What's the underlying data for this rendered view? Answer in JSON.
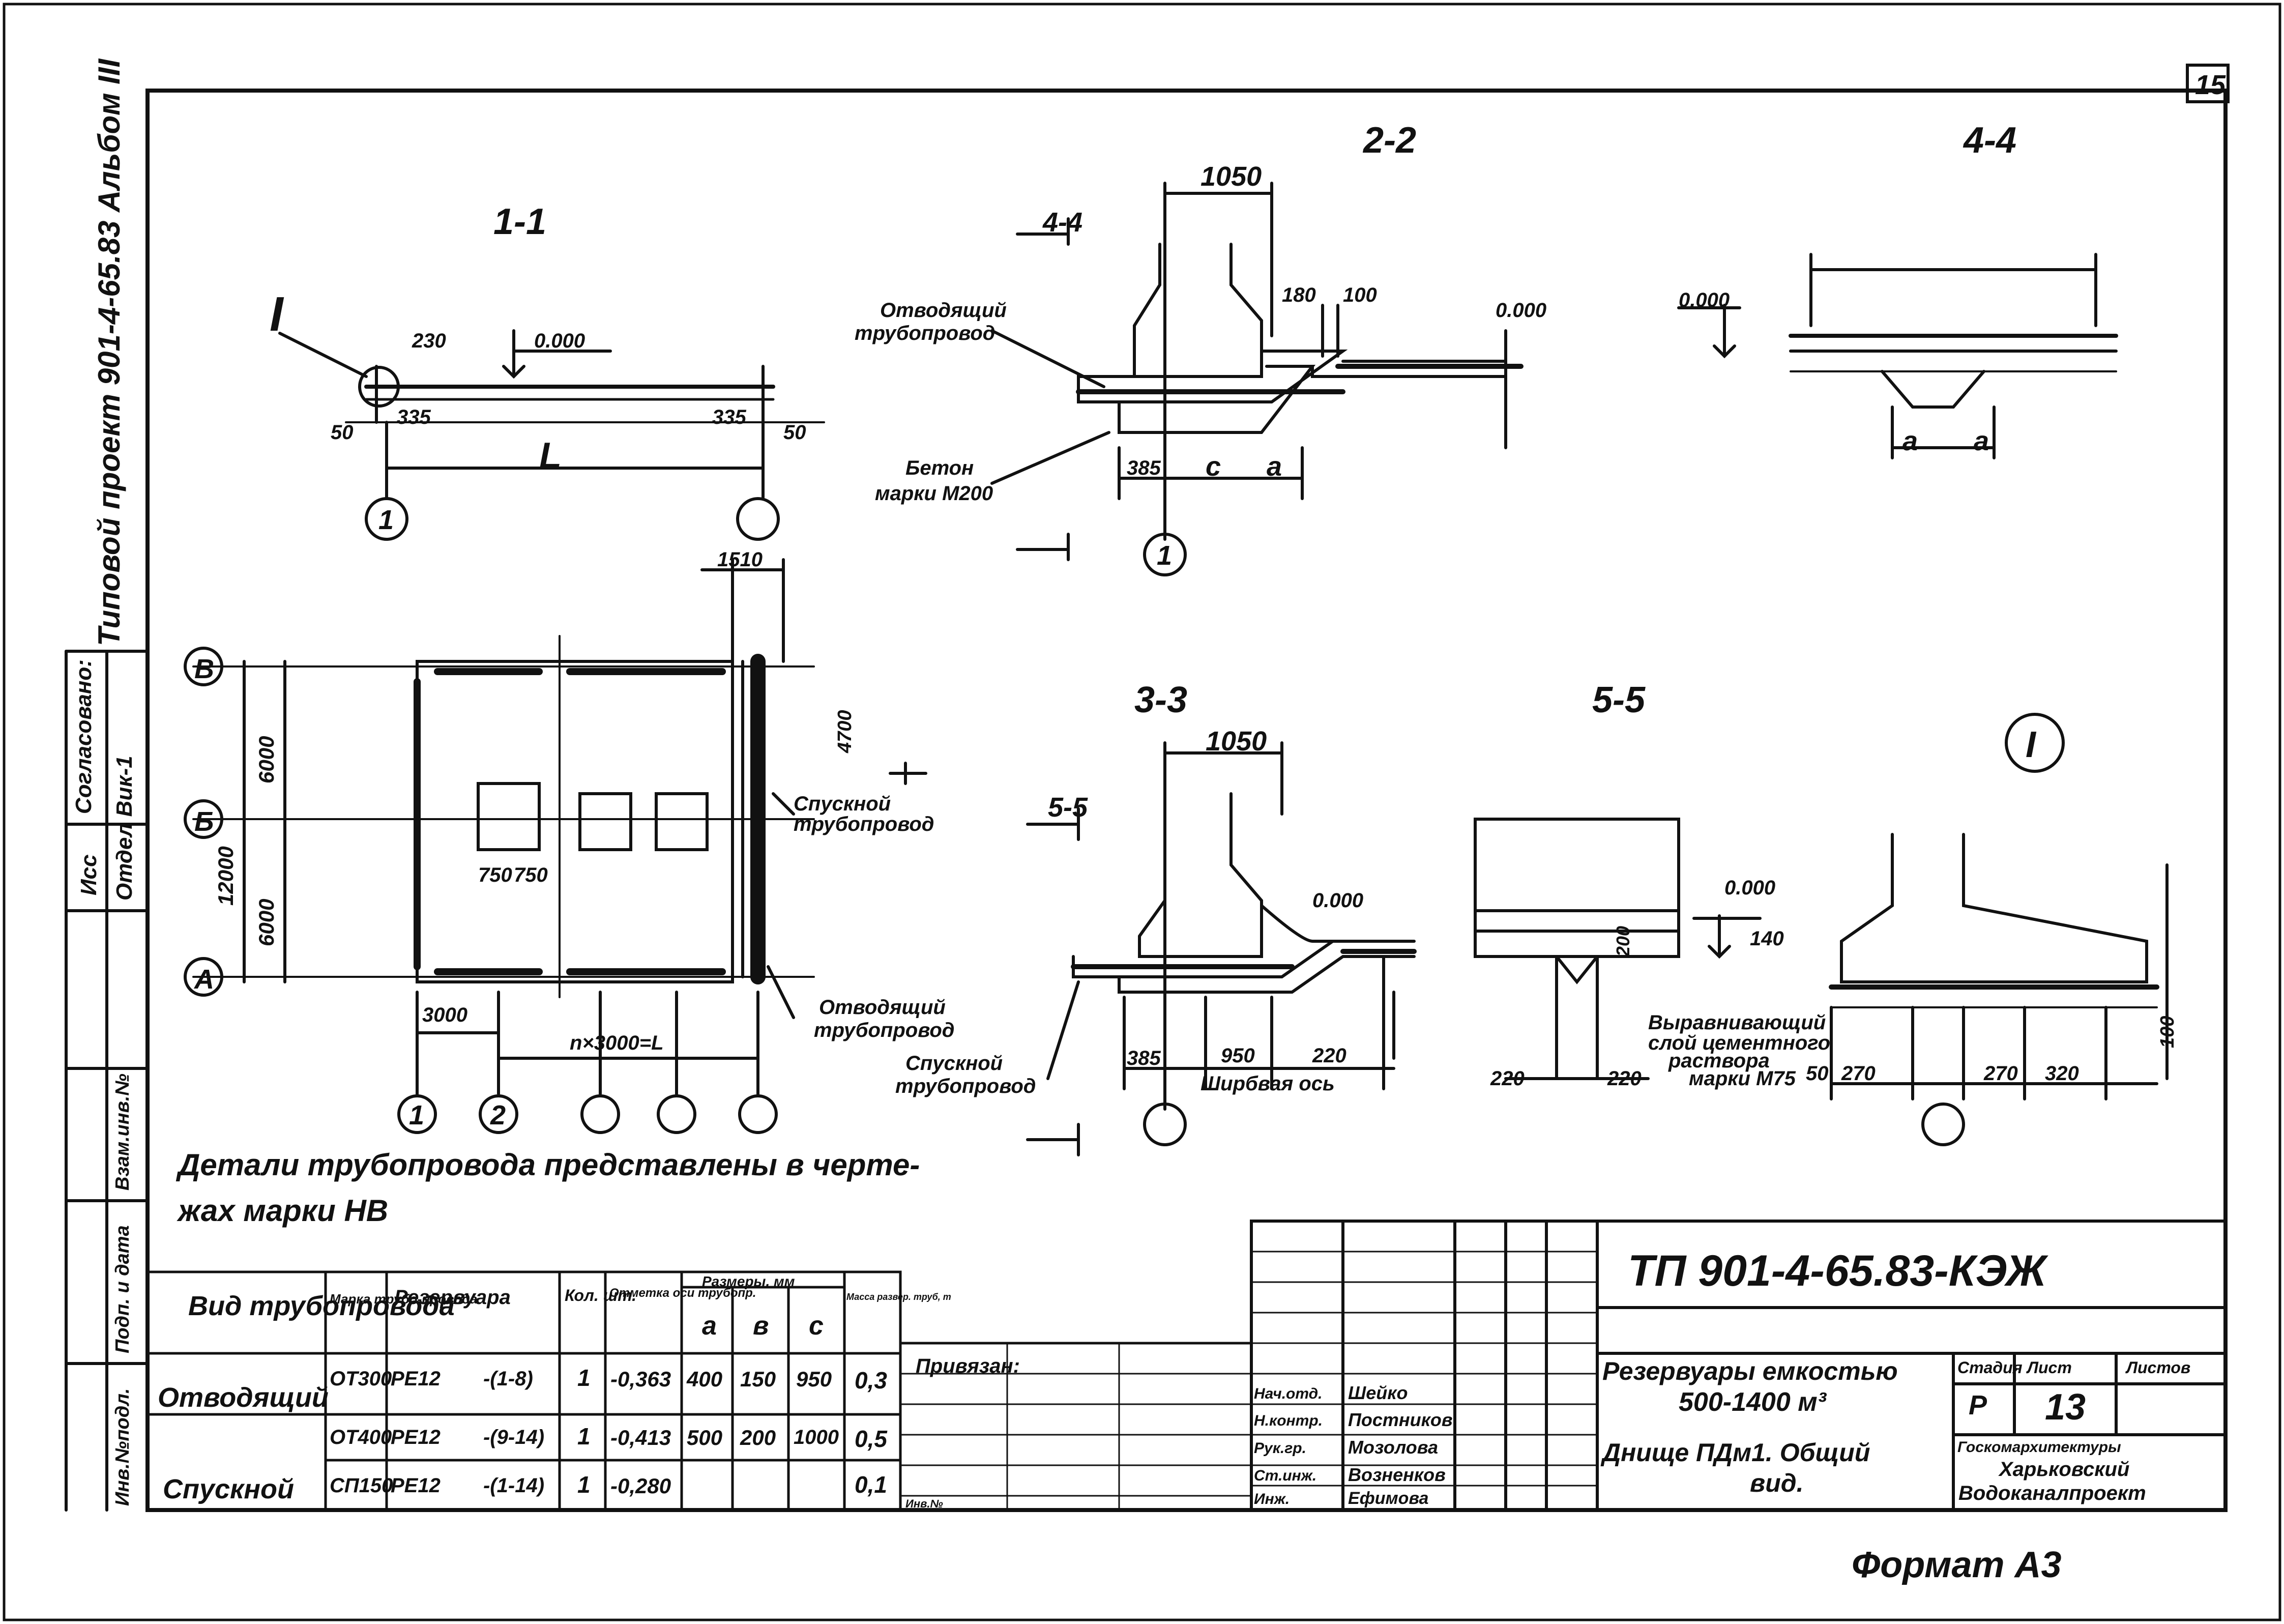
{
  "sheet": {
    "page_number": "15",
    "format_label": "Формат А3",
    "album_label": "Типовой проект 901-4-65.83 Альбом III",
    "approval": "Согласовано:",
    "approval_dept": "Отдел Вик-1",
    "approval_sign": "Исс"
  },
  "side_stamp": {
    "labels": [
      "Взам.инв.№",
      "Подп. и дата",
      "Инв.№подл."
    ]
  },
  "sections": {
    "s11": "1-1",
    "s22": "2-2",
    "s33": "3-3",
    "s44": "4-4",
    "s55": "5-5",
    "detail": "I"
  },
  "dims": {
    "d1050a": "1050",
    "d1050b": "1050",
    "d0000a": "0.000",
    "d0000b": "0.000",
    "d0000c": "0.000",
    "d0000d": "0.000",
    "d0000e": "0.000",
    "d230": "230",
    "d50a": "50",
    "d335a": "335",
    "d335b": "335",
    "d50b": "50",
    "dL": "L",
    "d180": "180",
    "d100": "100",
    "d385": "385",
    "dc": "c",
    "da": "a",
    "d1510": "1510",
    "d6000a": "6000",
    "d6000b": "6000",
    "d12000": "12000",
    "d3000": "3000",
    "dn3000": "n×3000=L",
    "d750a": "750",
    "d750b": "750",
    "d4700": "4700",
    "d950": "950",
    "d220a": "220",
    "d220b": "220",
    "d140": "140",
    "d200": "200",
    "d270a": "270",
    "d270b": "270",
    "d320": "320",
    "d50c": "50",
    "d100b": "100",
    "d220c": "220",
    "d220d": "220"
  },
  "axes": {
    "B": "В",
    "BB": "Б",
    "A": "А",
    "n1": "1",
    "n2": "2"
  },
  "labels": {
    "otvod_1": "Отводящий",
    "otvod_2": "трубопровод",
    "beton_1": "Бетон",
    "beton_2": "марки М200",
    "spusk_1": "Спускной",
    "spusk_2": "трубопровод",
    "otvod_b1": "Отводящий",
    "otvod_b2": "трубопровод",
    "spusk_b1": "Спускной",
    "spusk_b2": "трубопровод",
    "shirina": "Ширбвая ось",
    "vyrav_1": "Выравнивающий",
    "vyrav_2": "слой цементного",
    "vyrav_3": "раствора",
    "vyrav_4": "марки М75",
    "note_1": "Детали трубопровода представлены в черте-",
    "note_2": "жах марки НВ"
  },
  "pipe_table": {
    "headers": {
      "vid": "Вид трубопровода",
      "marka": "Марка трубо-провода",
      "rezervuar": "Резервуара",
      "kol": "Кол. шт.",
      "otmetka": "Отметка оси трубопр.",
      "razmery": "Размеры, мм",
      "a": "а",
      "b": "в",
      "c": "с",
      "massa": "Масса развер. труб, т"
    },
    "rows": [
      {
        "vid": "Отводящий",
        "marka": "ОТ300",
        "rez": "РЕ12",
        "rng": "-(1-8)",
        "kol": "1",
        "otm": "-0,363",
        "a": "400",
        "b": "150",
        "c": "950",
        "m": "0,3"
      },
      {
        "vid": "",
        "marka": "ОТ400",
        "rez": "РЕ12",
        "rng": "-(9-14)",
        "kol": "1",
        "otm": "-0,413",
        "a": "500",
        "b": "200",
        "c": "1000",
        "m": "0,5"
      },
      {
        "vid": "Спускной",
        "marka": "СП150",
        "rez": "РЕ12",
        "rng": "-(1-14)",
        "kol": "1",
        "otm": "-0,280",
        "a": "",
        "b": "",
        "c": "",
        "m": "0,1"
      }
    ]
  },
  "title_block": {
    "code": "ТП 901-4-65.83-КЭЖ",
    "privyazan": "Привязан:",
    "inv": "Инв.№",
    "title_1": "Резервуары емкостью",
    "title_2": "500-1400 м³",
    "sheet_title_1": "Днище ПДм1. Общий",
    "sheet_title_2": "вид.",
    "stage_h": "Стадия",
    "sheet_h": "Лист",
    "sheets_h": "Листов",
    "stage": "Р",
    "sheet": "13",
    "org_1": "Госкомархитектуры",
    "org_2": "Харьковский",
    "org_3": "Водоканалпроект",
    "signers": [
      {
        "role": "Нач.отд.",
        "name": "Шейко"
      },
      {
        "role": "Н.контр.",
        "name": "Постников"
      },
      {
        "role": "Рук.гр.",
        "name": "Мозолова"
      },
      {
        "role": "Ст.инж.",
        "name": "Возненков"
      },
      {
        "role": "Инж.",
        "name": "Ефимова"
      }
    ]
  }
}
